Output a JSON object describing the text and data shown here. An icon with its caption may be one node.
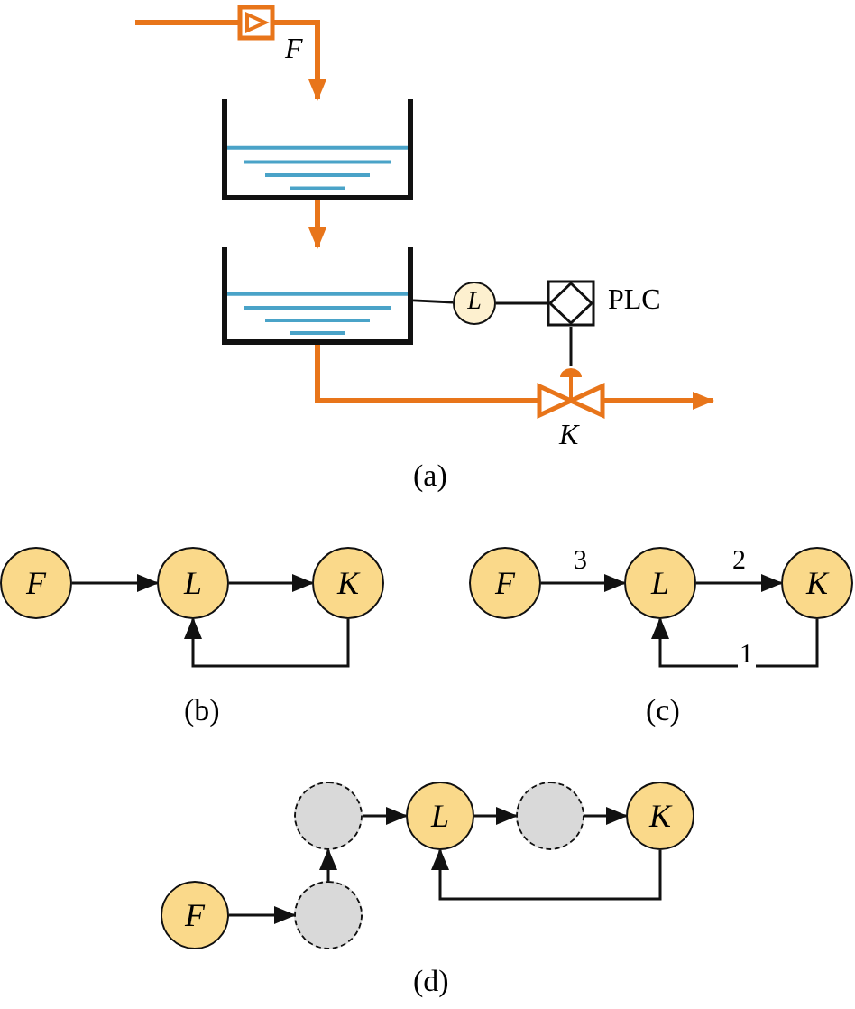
{
  "diagram": {
    "nodes": [
      {
        "text": [],
        "shape": "pump",
        "beside": [
          "F"
        ]
      },
      {
        "text": [],
        "shape": "tank"
      },
      {
        "text": [],
        "shape": "tank"
      },
      {
        "text": [
          "L"
        ]
      },
      {
        "text": [],
        "shape": "box",
        "beside": [
          "PLC"
        ]
      },
      {
        "text": [],
        "shape": "valve",
        "beside": [
          "K"
        ]
      },
      {
        "text": [
          "F"
        ]
      },
      {
        "text": [
          "L"
        ]
      },
      {
        "text": [
          "K"
        ]
      },
      {
        "text": [
          "F"
        ]
      },
      {
        "text": [
          "L"
        ]
      },
      {
        "text": [
          "K"
        ]
      },
      {
        "text": [],
        "shape": "circle"
      },
      {
        "text": [
          "L"
        ]
      },
      {
        "text": [],
        "shape": "circle"
      },
      {
        "text": [
          "K"
        ]
      },
      {
        "text": [
          "F"
        ]
      },
      {
        "text": [],
        "shape": "circle"
      }
    ],
    "edges": [
      {
        "from": null,
        "to": 0,
        "arrow": "none",
        "style": "thick",
        "color": "#e8751a"
      },
      {
        "from": 0,
        "to": 1,
        "arrow": "to",
        "style": "thick",
        "color": "#e8751a"
      },
      {
        "from": 1,
        "to": 2,
        "arrow": "to",
        "style": "thick",
        "color": "#e8751a"
      },
      {
        "from": 2,
        "to": 3,
        "arrow": "none"
      },
      {
        "from": 3,
        "to": 4,
        "arrow": "none"
      },
      {
        "from": 4,
        "to": 5,
        "arrow": "none"
      },
      {
        "from": 2,
        "to": 5,
        "arrow": "none",
        "style": "thick",
        "color": "#e8751a"
      },
      {
        "from": 5,
        "to": null,
        "arrow": "to",
        "style": "thick",
        "color": "#e8751a"
      },
      {
        "from": 6,
        "to": 7,
        "arrow": "to"
      },
      {
        "from": 7,
        "to": 8,
        "arrow": "to"
      },
      {
        "from": 8,
        "to": 7,
        "arrow": "to"
      },
      {
        "from": 9,
        "to": 10,
        "arrow": "to",
        "label": "3"
      },
      {
        "from": 10,
        "to": 11,
        "arrow": "to",
        "label": "2"
      },
      {
        "from": 11,
        "to": 10,
        "arrow": "to",
        "label": "1"
      },
      {
        "from": 16,
        "to": 17,
        "arrow": "to"
      },
      {
        "from": 17,
        "to": 12,
        "arrow": "to"
      },
      {
        "from": 12,
        "to": 13,
        "arrow": "to"
      },
      {
        "from": 13,
        "to": 14,
        "arrow": "to"
      },
      {
        "from": 14,
        "to": 15,
        "arrow": "to"
      },
      {
        "from": 15,
        "to": 13,
        "arrow": "to"
      }
    ],
    "labels": [
      "(a)",
      "(b)",
      "(c)",
      "(d)"
    ]
  }
}
